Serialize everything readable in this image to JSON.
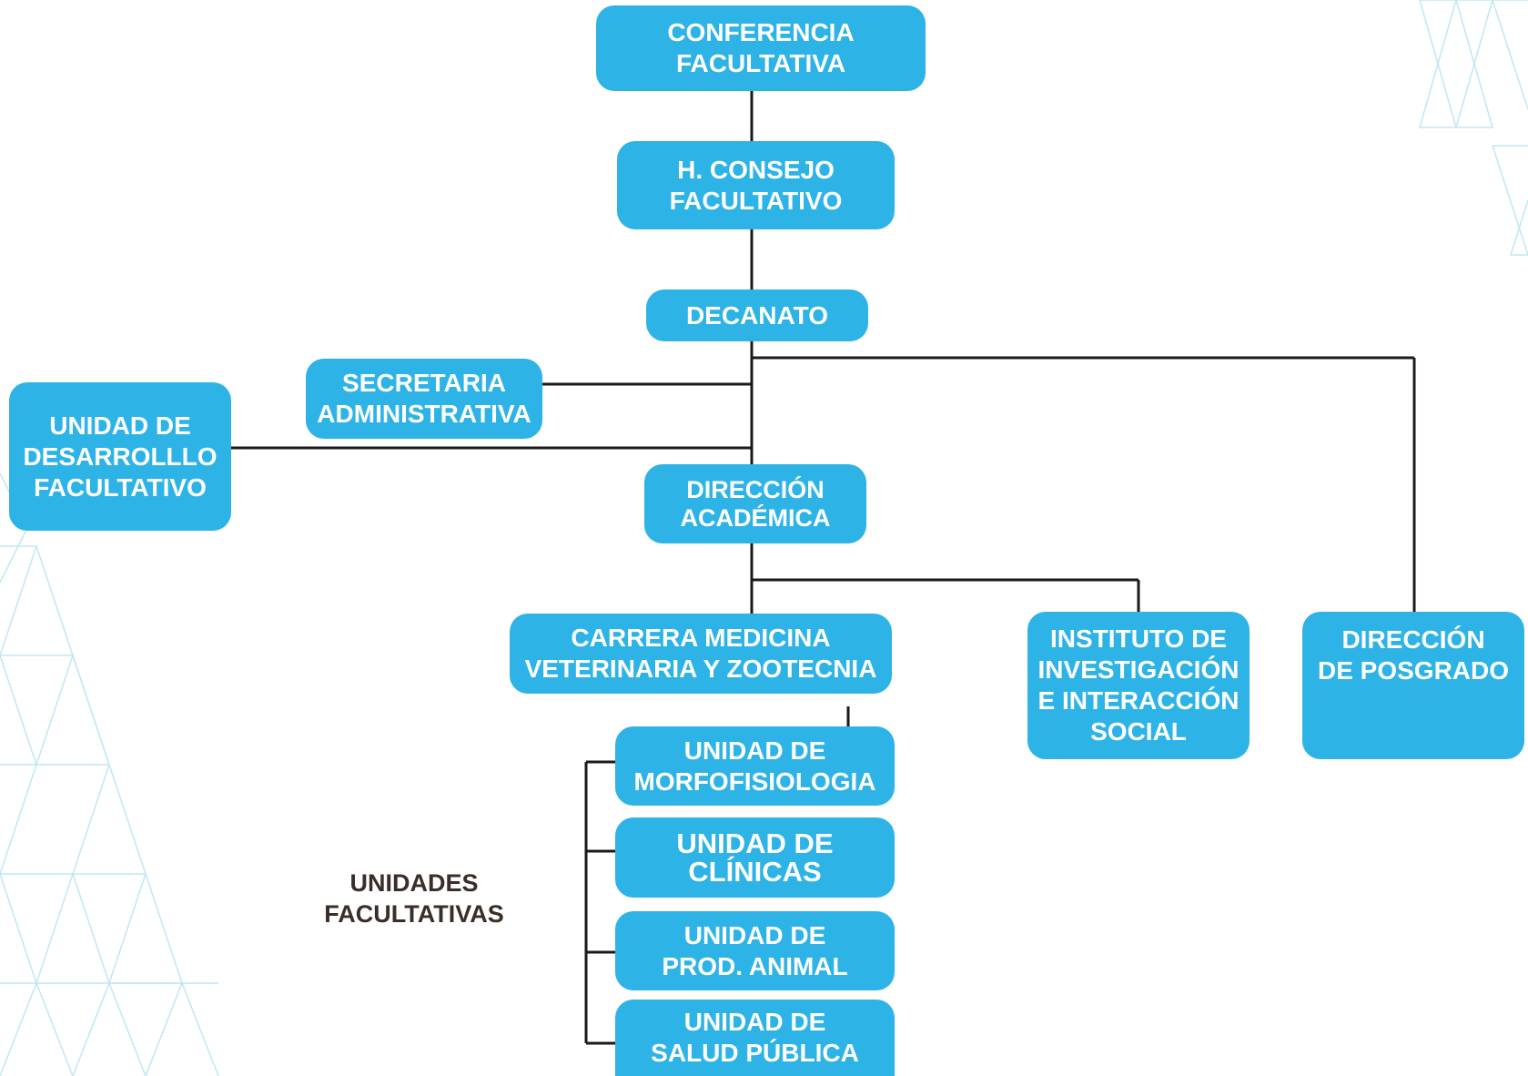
{
  "colors": {
    "box_fill": "#2eb3e6",
    "box_text": "#ffffff",
    "connector": "#1a1a1a",
    "label_text": "#3b2e2a",
    "pattern": "#bfe7f4"
  },
  "nodes": {
    "conferencia": [
      "CONFERENCIA",
      "FACULTATIVA"
    ],
    "consejo": [
      "H. CONSEJO",
      "FACULTATIVO"
    ],
    "decanato": [
      "DECANATO"
    ],
    "secretaria": [
      "SECRETARIA",
      "ADMINISTRATIVA"
    ],
    "desarrollo": [
      "UNIDAD DE",
      "DESARROLLLO",
      "FACULTATIVO"
    ],
    "direccion_academica": [
      "DIRECCIÓN",
      "ACADÉMICA"
    ],
    "carrera": [
      "CARRERA MEDICINA",
      "VETERINARIA Y ZOOTECNIA"
    ],
    "instituto": [
      "INSTITUTO DE",
      "INVESTIGACIÓN",
      "E INTERACCIÓN",
      "SOCIAL"
    ],
    "posgrado": [
      "DIRECCIÓN",
      "DE POSGRADO"
    ],
    "morfofisiologia": [
      "UNIDAD DE",
      "MORFOFISIOLOGIA"
    ],
    "clinicas": [
      "UNIDAD DE",
      "CLÍNICAS"
    ],
    "prod_animal": [
      "UNIDAD DE",
      "PROD. ANIMAL"
    ],
    "salud_publica": [
      "UNIDAD DE",
      "SALUD PÚBLICA"
    ]
  },
  "unidades_label": [
    "UNIDADES",
    "FACULTATIVAS"
  ]
}
